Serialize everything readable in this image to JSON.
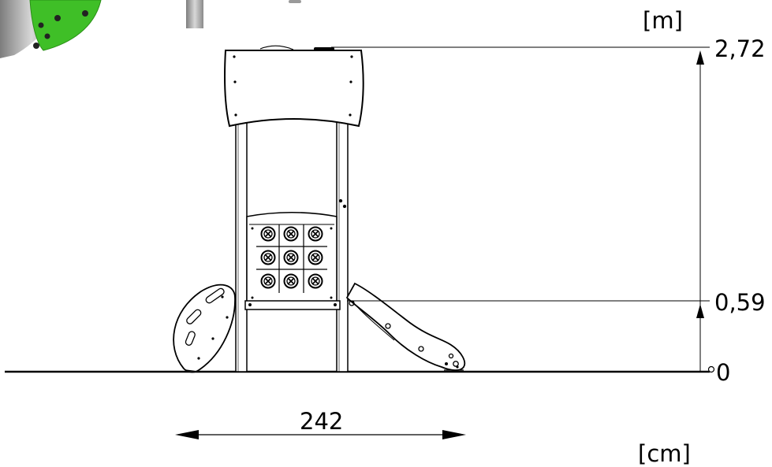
{
  "units": {
    "height": "[m]",
    "width": "[cm]"
  },
  "heights": {
    "top": "2,72",
    "platform": "0,59",
    "ground": "0"
  },
  "width_value": "242",
  "colors": {
    "line": "#000000",
    "slide_green": "#3fbf27",
    "slide_grey": "#b9b9b9"
  }
}
